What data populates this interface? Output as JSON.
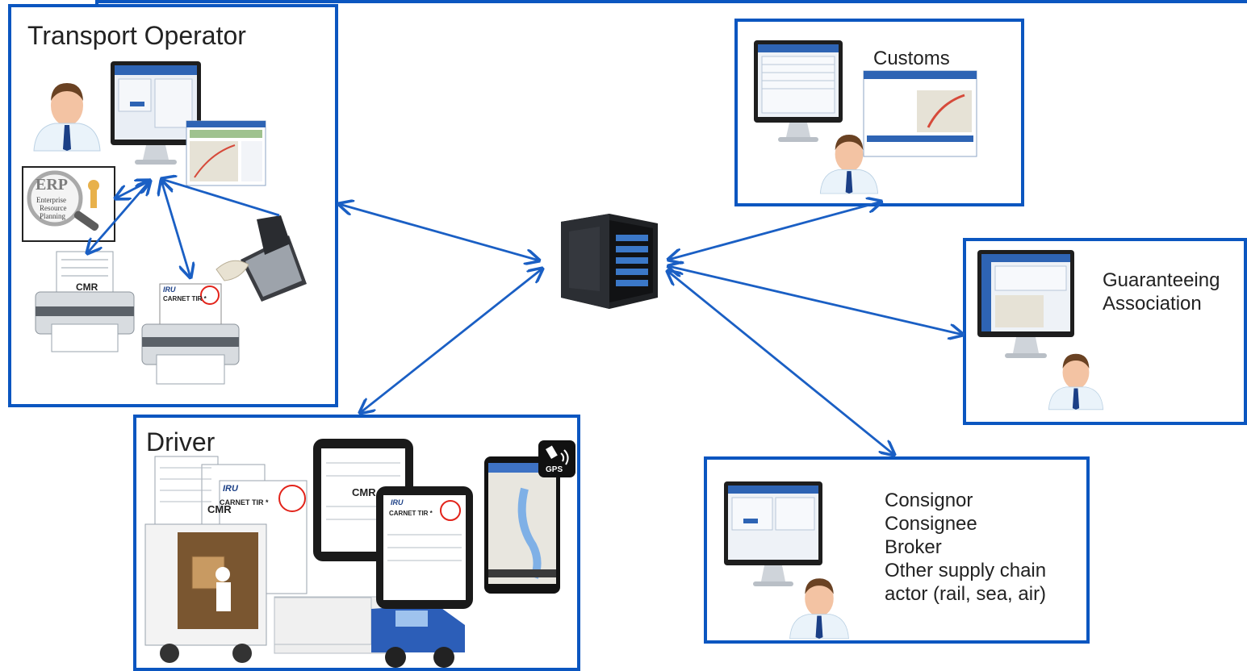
{
  "transport_operator": {
    "title": "Transport Operator",
    "erp_logo": "ERP",
    "erp_caption": [
      "Enterprise",
      "Resource",
      "Planning"
    ],
    "printer_doc": "CMR",
    "carnet_doc": "CARNET TIR *",
    "carnet_brand": "IRU"
  },
  "customs": {
    "title": "Customs"
  },
  "guaranteeing": {
    "lines": [
      "Guaranteeing",
      "Association"
    ]
  },
  "driver": {
    "title": "Driver",
    "doc_cmr": "CMR",
    "doc_carnet": "CARNET TIR *",
    "brand": "IRU",
    "gps_badge": "GPS"
  },
  "consignor": {
    "lines": [
      "Consignor",
      "Consignee",
      "Broker",
      "Other supply chain",
      "actor (rail, sea, air)"
    ]
  },
  "colors": {
    "accent": "#0b56c0",
    "arrow": "#1a5fc4"
  },
  "icons": [
    "person-icon",
    "monitor-icon",
    "server-icon",
    "printer-icon",
    "scanner-icon",
    "tablet-icon",
    "phone-icon",
    "truck-icon",
    "gps-icon"
  ]
}
